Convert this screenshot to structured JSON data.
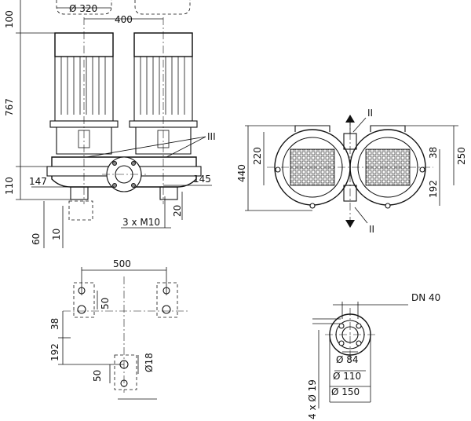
{
  "front_view": {
    "dim_dia_320": "Ø 320",
    "dim_400": "400",
    "dim_100": "100",
    "dim_767": "767",
    "dim_110": "110",
    "dim_147": "147",
    "dim_145": "145",
    "dim_20": "20",
    "dim_60": "60",
    "dim_10": "10",
    "dim_3xM10": "3 x M10",
    "label_III": "III"
  },
  "top_view": {
    "dim_220": "220",
    "dim_440": "440",
    "dim_38": "38",
    "dim_250": "250",
    "dim_192": "192",
    "label_II_top": "II",
    "label_II_bottom": "II"
  },
  "base_view": {
    "dim_500": "500",
    "dim_50_top": "50",
    "dim_38": "38",
    "dim_192": "192",
    "dim_dia_18": "Ø18",
    "dim_50_bottom": "50"
  },
  "flange_view": {
    "label_dn40": "DN 40",
    "dim_dia_84": "Ø 84",
    "dim_dia_110": "Ø 110",
    "dim_dia_150": "Ø 150",
    "dim_4xdia19": "4 x Ø 19"
  }
}
